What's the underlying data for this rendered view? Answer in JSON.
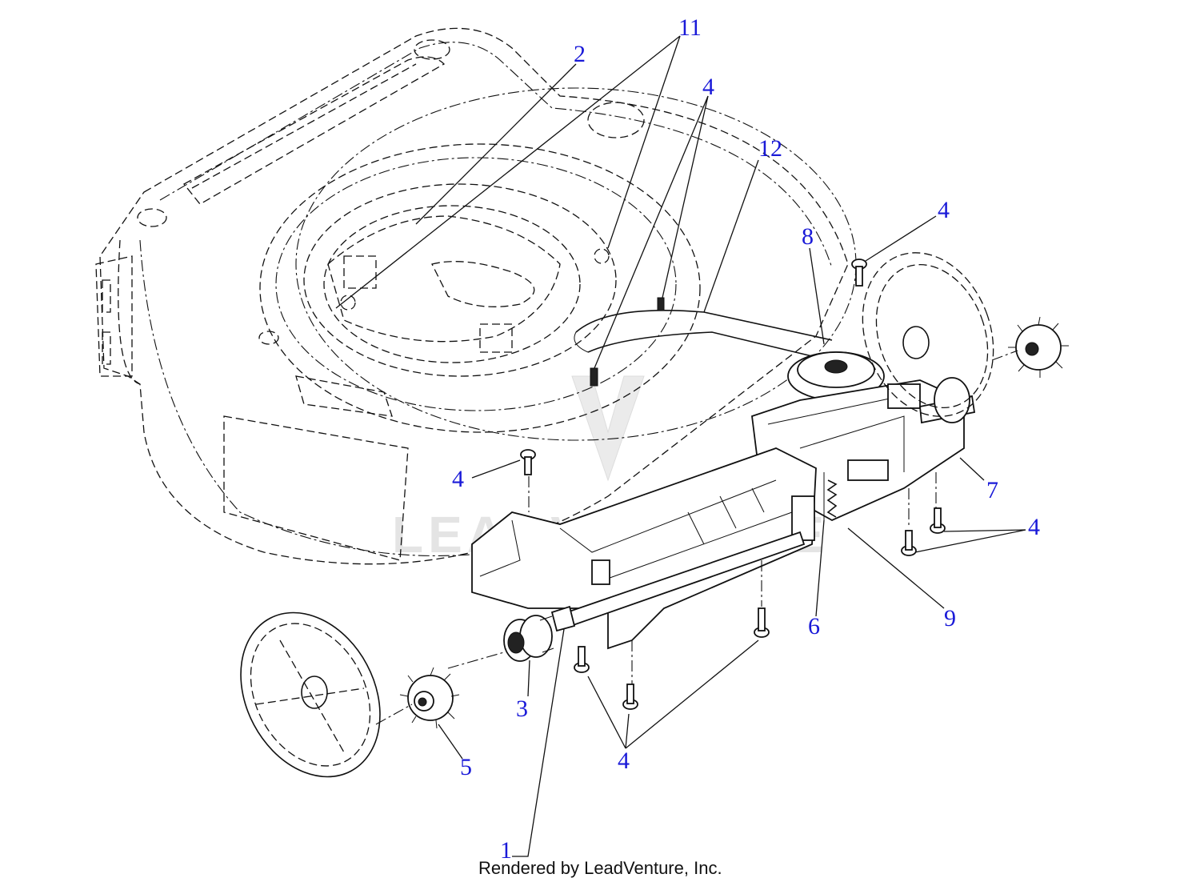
{
  "callouts": {
    "c1": "1",
    "c2": "2",
    "c3": "3",
    "c4a": "4",
    "c4b": "4",
    "c4c": "4",
    "c4d": "4",
    "c4e": "4",
    "c5": "5",
    "c6": "6",
    "c7": "7",
    "c8": "8",
    "c9": "9",
    "c11": "11",
    "c12": "12"
  },
  "watermark": "LEADVENTURE",
  "footer": "Rendered by LeadVenture, Inc.",
  "colors": {
    "callout": "#1a1ad8",
    "line": "#111111",
    "watermark": "#d9d9d9"
  }
}
